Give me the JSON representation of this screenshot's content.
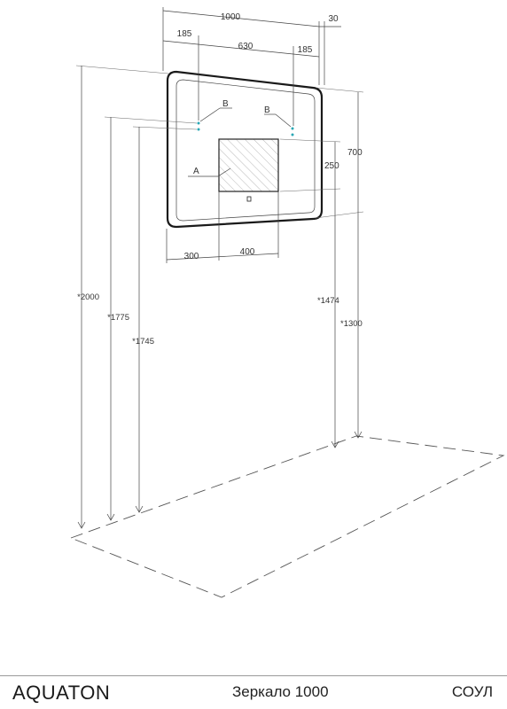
{
  "dimensions": {
    "total_width": "1000",
    "depth": "30",
    "left_margin": "185",
    "center_span": "630",
    "right_margin": "185",
    "height": "700",
    "display_height": "250",
    "display_offset": "300",
    "display_width": "400",
    "install_2000": "*2000",
    "install_1775": "*1775",
    "install_1745": "*1745",
    "install_1474": "*1474",
    "install_1300": "*1300"
  },
  "callouts": {
    "display": "A",
    "lamp_left": "B",
    "lamp_right": "B"
  },
  "colors": {
    "lamp_dot": "#2aa7b5",
    "frame": "#1a1a1a"
  },
  "footer": {
    "brand": "AQUATON",
    "product": "Зеркало 1000",
    "series": "СОУЛ"
  }
}
